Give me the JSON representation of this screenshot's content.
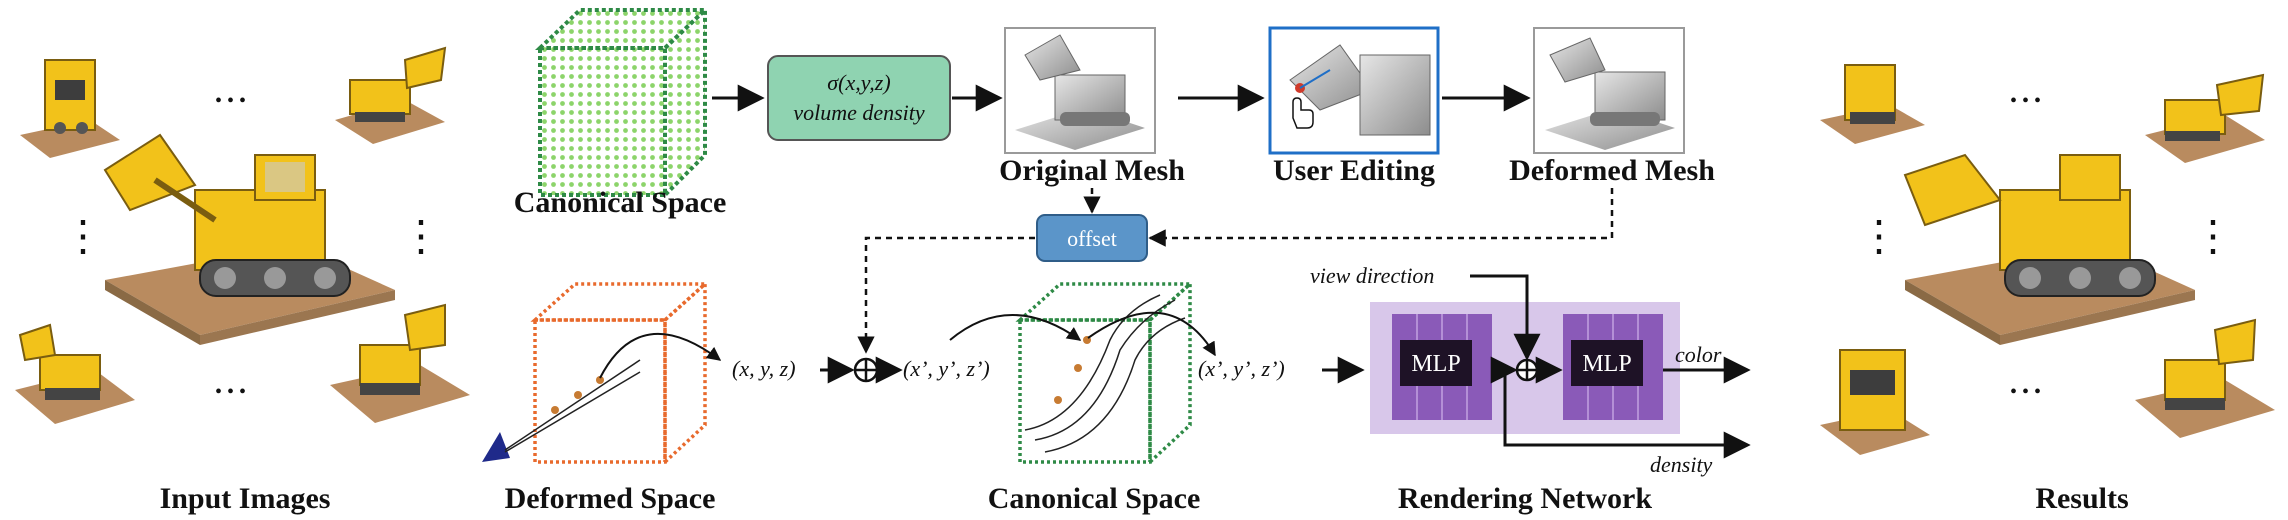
{
  "labels": {
    "input_images": "Input Images",
    "deformed_space": "Deformed Space",
    "canonical_space_bottom": "Canonical Space",
    "rendering_network": "Rendering Network",
    "results": "Results",
    "canonical_space_top": "Canonical Space",
    "original_mesh": "Original Mesh",
    "user_editing": "User Editing",
    "deformed_mesh": "Deformed Mesh"
  },
  "density_box": {
    "line1": "σ(x,y,z)",
    "line2": "volume density"
  },
  "offset_label": "offset",
  "coords": {
    "xyz": "(x, y, z)",
    "xyz_prime_1": "(x’, y’, z’)",
    "xyz_prime_2": "(x’, y’, z’)"
  },
  "network": {
    "mlp1": "MLP",
    "mlp2": "MLP",
    "view_direction": "view direction",
    "color": "color",
    "density": "density"
  },
  "ellipsis": {
    "h": "• • •",
    "v": "⋮"
  },
  "colors": {
    "density_box_fill": "#8fd3b1",
    "offset_box_fill": "#5b95c9",
    "network_bg": "#d8c7ea",
    "mlp_panel": "#8a5ab8",
    "mlp_core": "#1e1226",
    "deformed_cube": "#e86a2d",
    "canonical_cube": "#2e8a46",
    "user_editing_border": "#1f6fc7",
    "toy_yellow": "#f2c21a",
    "toy_base": "#b98b5f"
  }
}
